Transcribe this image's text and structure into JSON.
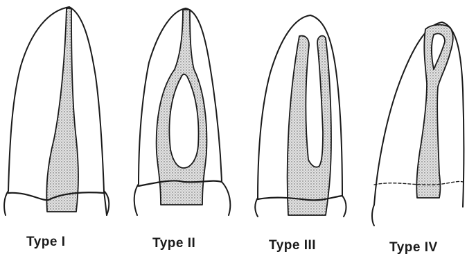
{
  "diagram": {
    "types": [
      {
        "label": "Type I"
      },
      {
        "label": "Type II"
      },
      {
        "label": "Type III"
      },
      {
        "label": "Type IV"
      }
    ]
  },
  "colors": {
    "ink": "#1a1a1a",
    "canal_fill": "#cfcfcf"
  }
}
